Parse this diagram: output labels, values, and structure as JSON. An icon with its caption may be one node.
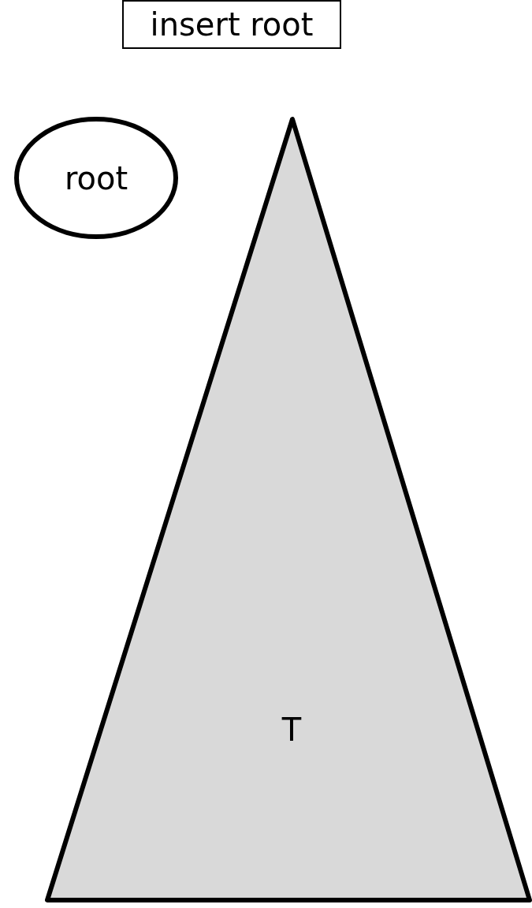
{
  "diagram": {
    "nodes": [
      {
        "text": [
          "insert root"
        ]
      },
      {
        "text": [
          "root"
        ]
      },
      {
        "text": [
          "T"
        ]
      }
    ]
  }
}
